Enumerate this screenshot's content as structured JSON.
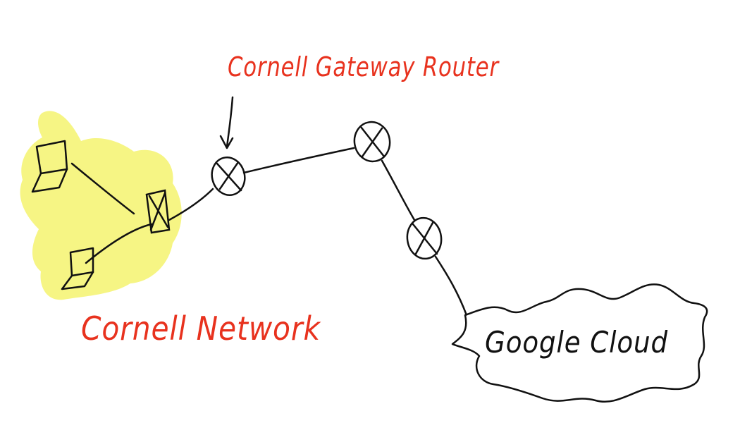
{
  "labels": {
    "gateway": "Cornell Gateway Router",
    "network": "Cornell Network",
    "cloud": "Google Cloud"
  },
  "colors": {
    "annotation": "#e8321e",
    "highlight": "#f6f584",
    "ink": "#111111",
    "background": "#ffffff"
  },
  "icons": {
    "router": "router-x-circle-icon",
    "switch": "switch-x-box-icon",
    "host": "laptop-icon",
    "cloud": "cloud-icon"
  }
}
